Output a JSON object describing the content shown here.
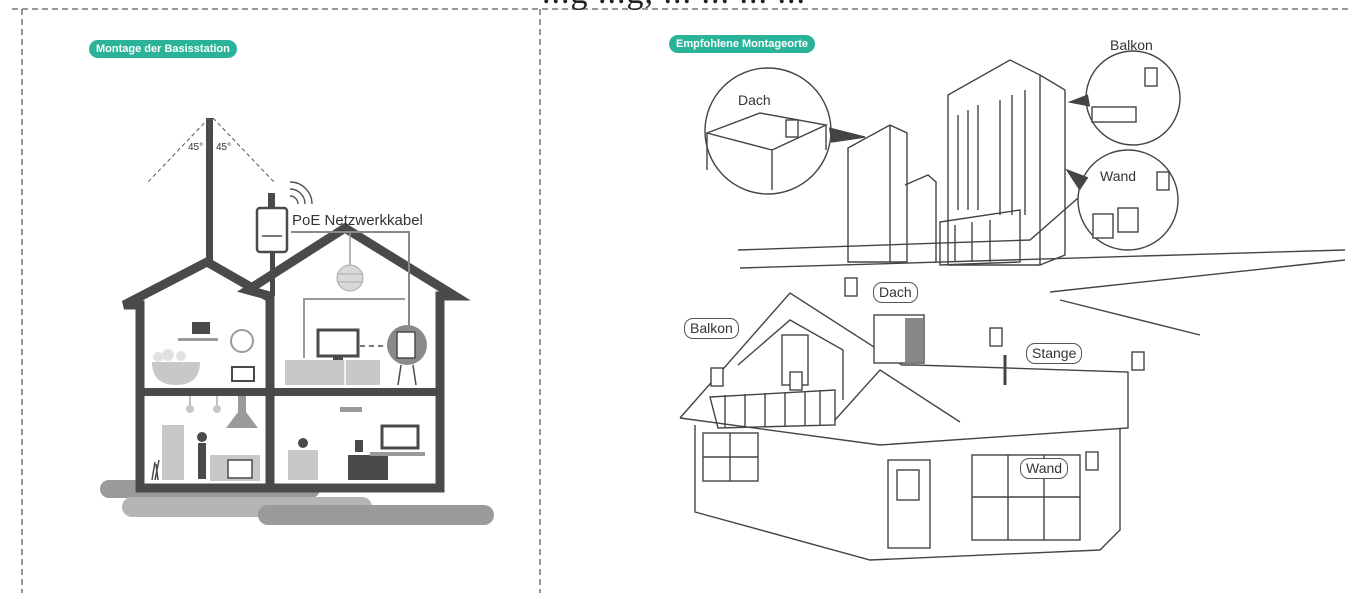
{
  "header_fragment": "...g  ...g,  ...  ...  ...  ...",
  "left_panel": {
    "badge": "Montage der Basisstation",
    "angle_left": "45°",
    "angle_right": "45°",
    "cable_label": "PoE Netzwerkkabel"
  },
  "right_panel": {
    "badge": "Empfohlene Montageorte",
    "callouts": {
      "dach": "Dach",
      "balkon": "Balkon",
      "wand": "Wand"
    },
    "house_tags": {
      "dach": "Dach",
      "balkon": "Balkon",
      "stange": "Stange",
      "wand": "Wand"
    }
  },
  "colors": {
    "accent": "#2bb39a",
    "dark": "#4a4a4a",
    "mid": "#9a9a9a",
    "light": "#c8c8c8",
    "line": "#555555"
  }
}
